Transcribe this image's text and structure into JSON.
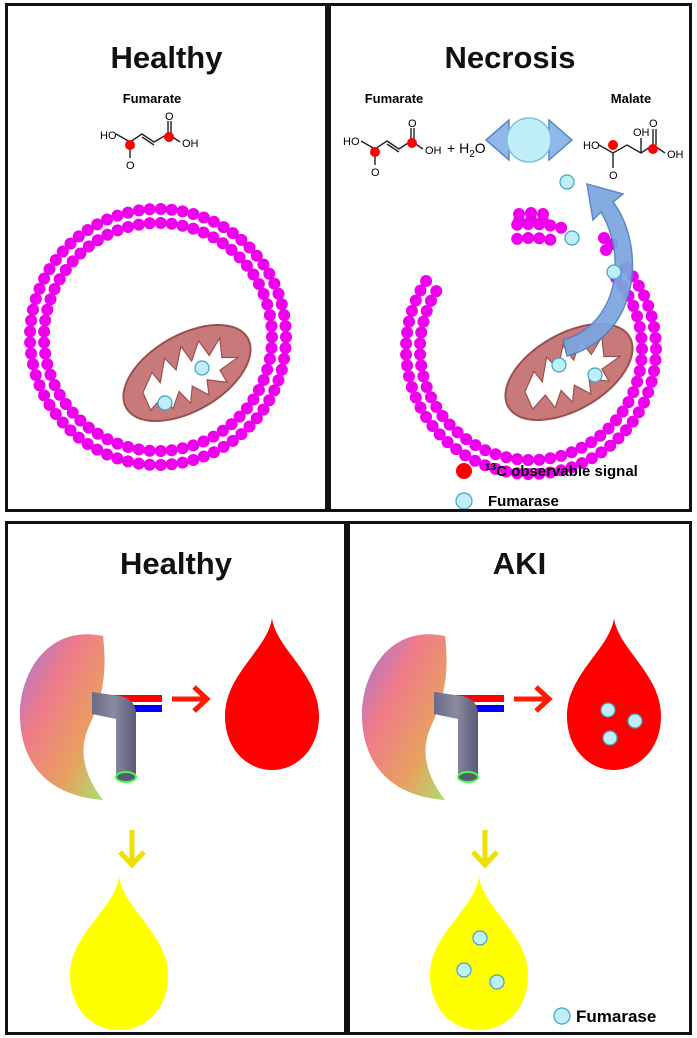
{
  "panels": {
    "healthy_cell": {
      "title": "Healthy",
      "molecule_label": "Fumarate"
    },
    "necrosis_cell": {
      "title": "Necrosis",
      "molecule_left": "Fumarate",
      "molecule_right": "Malate",
      "reaction_plus": "+ H",
      "reaction_sub": "2",
      "reaction_o": "O"
    },
    "healthy_kidney": {
      "title": "Healthy"
    },
    "aki_kidney": {
      "title": "AKI"
    }
  },
  "chem": {
    "ho": "HO",
    "oh": "OH",
    "o": "O"
  },
  "legend_top": {
    "signal_sup": "13",
    "signal_text": "C observable signal",
    "fumarase_text": "Fumarase"
  },
  "legend_bottom": {
    "fumarase_text": "Fumarase"
  },
  "colors": {
    "membrane": "#ee00ee",
    "mitochondrion": "#c87a7a",
    "signal": "#ff0000",
    "fumarase": "#bfeef8",
    "blood": "#ff0000",
    "urine": "#ffff00",
    "arrow_red": "#ff1a00",
    "arrow_yellow": "#f0e000"
  }
}
